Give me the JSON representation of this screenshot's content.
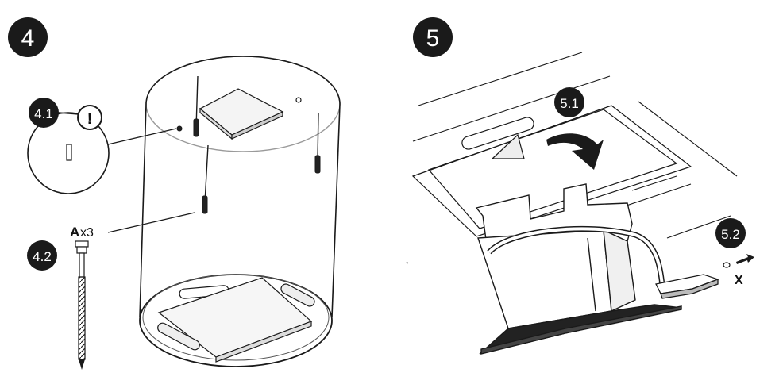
{
  "steps": {
    "step4": {
      "number": "4"
    },
    "step5": {
      "number": "5"
    }
  },
  "substeps": {
    "s41": "4.1",
    "s42": "4.2",
    "s51": "5.1",
    "s52": "5.2"
  },
  "icons": {
    "warning": "!"
  },
  "screw": {
    "letter": "A",
    "count": "x3"
  },
  "labels": {
    "x": "X"
  }
}
